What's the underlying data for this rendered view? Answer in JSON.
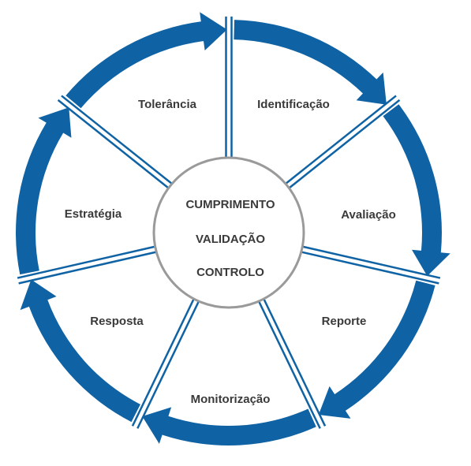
{
  "stages": [
    {
      "label": "Identificação"
    },
    {
      "label": "Avaliação"
    },
    {
      "label": "Reporte"
    },
    {
      "label": "Monitorização"
    },
    {
      "label": "Resposta"
    },
    {
      "label": "Estratégia"
    },
    {
      "label": "Tolerância"
    }
  ],
  "center": {
    "lines": [
      "CUMPRIMENTO",
      "VALIDAÇÃO",
      "CONTROLO"
    ]
  },
  "colors": {
    "arrow": "#0f63a4",
    "divider": "#0f63a4",
    "center_border": "#9a9a9a",
    "text": "#3a3a3a",
    "background": "#ffffff"
  }
}
